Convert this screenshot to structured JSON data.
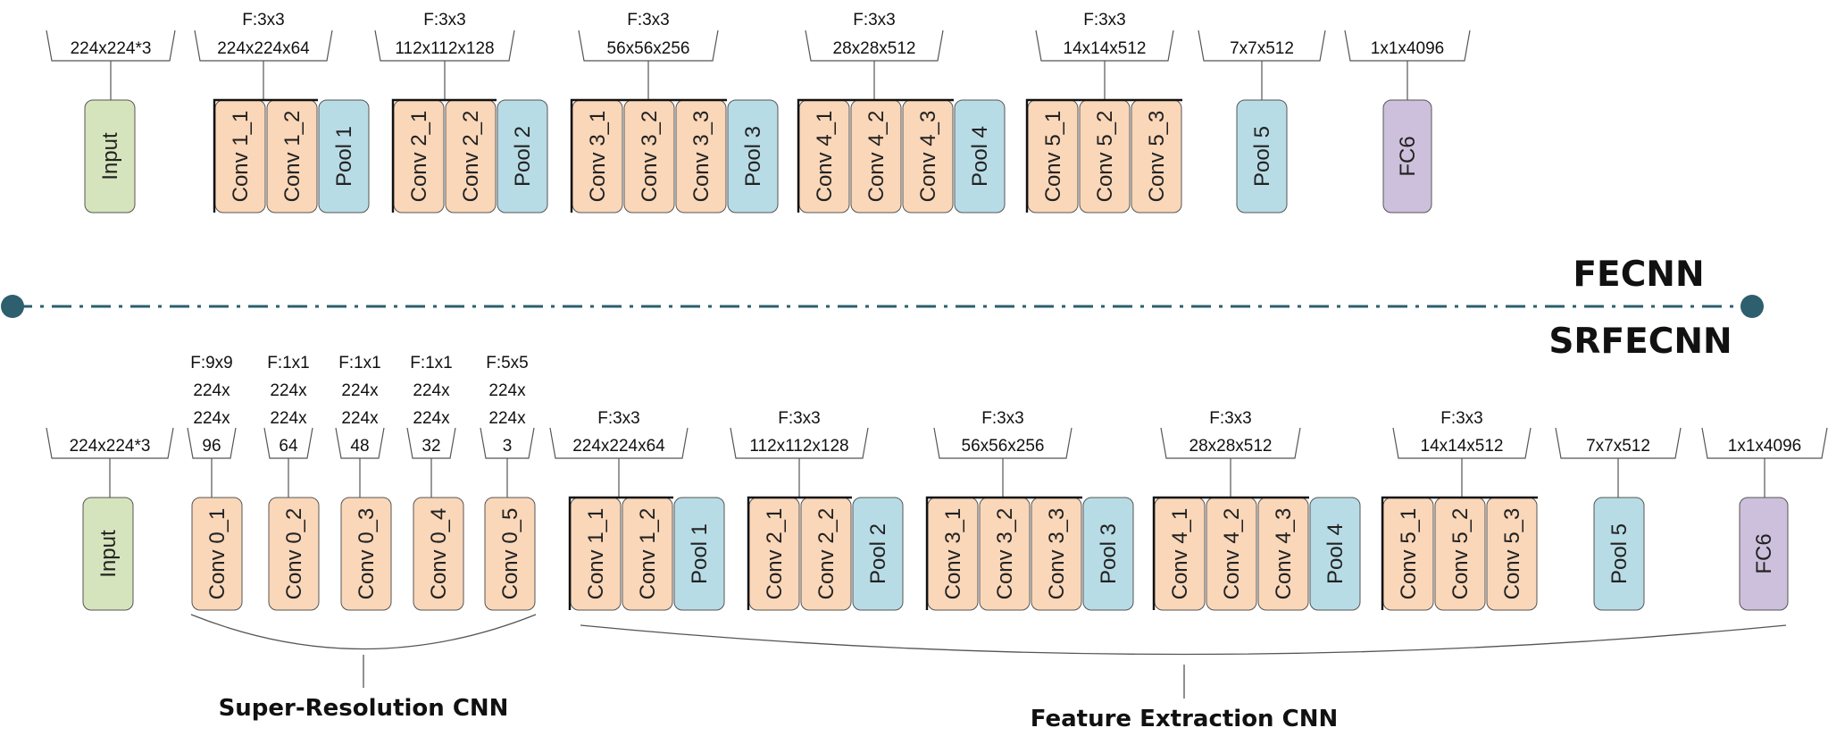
{
  "titles": {
    "top": "FECNN",
    "bottom": "SRFECNN"
  },
  "colors": {
    "input": "#d6e4bd",
    "conv": "#fad7b9",
    "pool": "#b8dce6",
    "fc": "#cdc0dc",
    "divider": "#2d5f6e",
    "outline": "#555555",
    "text": "#111111"
  },
  "fecnn": {
    "stages": [
      {
        "lines": [
          "224x224*3"
        ],
        "blocks": [
          {
            "label": "Input",
            "kind": "input"
          }
        ]
      },
      {
        "lines": [
          "F:3x3",
          "224x224x64"
        ],
        "blocks": [
          {
            "label": "Conv 1_1",
            "kind": "conv"
          },
          {
            "label": "Conv 1_2",
            "kind": "conv"
          },
          {
            "label": "Pool 1",
            "kind": "pool"
          }
        ]
      },
      {
        "lines": [
          "F:3x3",
          "112x112x128"
        ],
        "blocks": [
          {
            "label": "Conv 2_1",
            "kind": "conv"
          },
          {
            "label": "Conv 2_2",
            "kind": "conv"
          },
          {
            "label": "Pool 2",
            "kind": "pool"
          }
        ]
      },
      {
        "lines": [
          "F:3x3",
          "56x56x256"
        ],
        "blocks": [
          {
            "label": "Conv 3_1",
            "kind": "conv"
          },
          {
            "label": "Conv 3_2",
            "kind": "conv"
          },
          {
            "label": "Conv 3_3",
            "kind": "conv"
          },
          {
            "label": "Pool 3",
            "kind": "pool"
          }
        ]
      },
      {
        "lines": [
          "F:3x3",
          "28x28x512"
        ],
        "blocks": [
          {
            "label": "Conv 4_1",
            "kind": "conv"
          },
          {
            "label": "Conv 4_2",
            "kind": "conv"
          },
          {
            "label": "Conv 4_3",
            "kind": "conv"
          },
          {
            "label": "Pool 4",
            "kind": "pool"
          }
        ]
      },
      {
        "lines": [
          "F:3x3",
          "14x14x512"
        ],
        "blocks": [
          {
            "label": "Conv 5_1",
            "kind": "conv"
          },
          {
            "label": "Conv 5_2",
            "kind": "conv"
          },
          {
            "label": "Conv 5_3",
            "kind": "conv"
          }
        ]
      },
      {
        "lines": [
          "7x7x512"
        ],
        "blocks": [
          {
            "label": "Pool 5",
            "kind": "pool"
          }
        ]
      },
      {
        "lines": [
          "1x1x4096"
        ],
        "blocks": [
          {
            "label": "FC6",
            "kind": "fc"
          }
        ]
      }
    ]
  },
  "srfecnn": {
    "stages": [
      {
        "lines": [
          "224x224*3"
        ],
        "blocks": [
          {
            "label": "Input",
            "kind": "input"
          }
        ]
      },
      {
        "lines": [
          "F:9x9",
          "224x",
          "224x",
          "96"
        ],
        "blocks": [
          {
            "label": "Conv 0_1",
            "kind": "conv"
          }
        ]
      },
      {
        "lines": [
          "F:1x1",
          "224x",
          "224x",
          "64"
        ],
        "blocks": [
          {
            "label": "Conv 0_2",
            "kind": "conv"
          }
        ]
      },
      {
        "lines": [
          "F:1x1",
          "224x",
          "224x",
          "48"
        ],
        "blocks": [
          {
            "label": "Conv 0_3",
            "kind": "conv"
          }
        ]
      },
      {
        "lines": [
          "F:1x1",
          "224x",
          "224x",
          "32"
        ],
        "blocks": [
          {
            "label": "Conv 0_4",
            "kind": "conv"
          }
        ]
      },
      {
        "lines": [
          "F:5x5",
          "224x",
          "224x",
          "3"
        ],
        "blocks": [
          {
            "label": "Conv 0_5",
            "kind": "conv"
          }
        ]
      },
      {
        "lines": [
          "F:3x3",
          "224x224x64"
        ],
        "blocks": [
          {
            "label": "Conv 1_1",
            "kind": "conv"
          },
          {
            "label": "Conv 1_2",
            "kind": "conv"
          },
          {
            "label": "Pool 1",
            "kind": "pool"
          }
        ]
      },
      {
        "lines": [
          "F:3x3",
          "112x112x128"
        ],
        "blocks": [
          {
            "label": "Conv 2_1",
            "kind": "conv"
          },
          {
            "label": "Conv 2_2",
            "kind": "conv"
          },
          {
            "label": "Pool 2",
            "kind": "pool"
          }
        ]
      },
      {
        "lines": [
          "F:3x3",
          "56x56x256"
        ],
        "blocks": [
          {
            "label": "Conv 3_1",
            "kind": "conv"
          },
          {
            "label": "Conv 3_2",
            "kind": "conv"
          },
          {
            "label": "Conv 3_3",
            "kind": "conv"
          },
          {
            "label": "Pool 3",
            "kind": "pool"
          }
        ]
      },
      {
        "lines": [
          "F:3x3",
          "28x28x512"
        ],
        "blocks": [
          {
            "label": "Conv 4_1",
            "kind": "conv"
          },
          {
            "label": "Conv 4_2",
            "kind": "conv"
          },
          {
            "label": "Conv 4_3",
            "kind": "conv"
          },
          {
            "label": "Pool 4",
            "kind": "pool"
          }
        ]
      },
      {
        "lines": [
          "F:3x3",
          "14x14x512"
        ],
        "blocks": [
          {
            "label": "Conv 5_1",
            "kind": "conv"
          },
          {
            "label": "Conv 5_2",
            "kind": "conv"
          },
          {
            "label": "Conv 5_3",
            "kind": "conv"
          }
        ]
      },
      {
        "lines": [
          "7x7x512"
        ],
        "blocks": [
          {
            "label": "Pool 5",
            "kind": "pool"
          }
        ]
      },
      {
        "lines": [
          "1x1x4096"
        ],
        "blocks": [
          {
            "label": "FC6",
            "kind": "fc"
          }
        ]
      }
    ],
    "groups": [
      {
        "label": "Super-Resolution CNN"
      },
      {
        "label": "Feature Extraction CNN"
      }
    ]
  }
}
